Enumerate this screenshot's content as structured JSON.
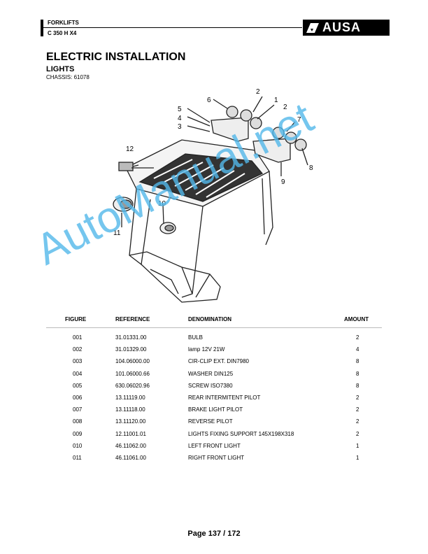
{
  "header": {
    "section": "FORKLIFTS",
    "model": "C 350 H X4",
    "logo_text": "AUSA"
  },
  "title": "ELECTRIC INSTALLATION",
  "subtitle": "LIGHTS",
  "chassis": "CHASSIS: 61078",
  "diagram": {
    "callouts": [
      "1",
      "2",
      "2",
      "3",
      "4",
      "5",
      "6",
      "7",
      "8",
      "9",
      "10",
      "11",
      "12"
    ]
  },
  "watermark": "AutoManual.net",
  "table": {
    "headers": [
      "FIGURE",
      "REFERENCE",
      "DENOMINATION",
      "AMOUNT"
    ],
    "rows": [
      [
        "001",
        "31.01331.00",
        "BULB",
        "2"
      ],
      [
        "002",
        "31.01329.00",
        "lamp 12V 21W",
        "4"
      ],
      [
        "003",
        "104.06000.00",
        "CIR-CLIP EXT. DIN7980",
        "8"
      ],
      [
        "004",
        "101.06000.66",
        "WASHER DIN125",
        "8"
      ],
      [
        "005",
        "630.06020.96",
        "SCREW ISO7380",
        "8"
      ],
      [
        "006",
        "13.11119.00",
        "REAR INTERMITENT PILOT",
        "2"
      ],
      [
        "007",
        "13.11118.00",
        "BRAKE LIGHT PILOT",
        "2"
      ],
      [
        "008",
        "13.11120.00",
        "REVERSE PILOT",
        "2"
      ],
      [
        "009",
        "12.11001.01",
        "LIGHTS FIXING SUPPORT 145X198X318",
        "2"
      ],
      [
        "010",
        "46.11062.00",
        "LEFT FRONT LIGHT",
        "1"
      ],
      [
        "011",
        "46.11061.00",
        "RIGHT FRONT LIGHT",
        "1"
      ]
    ]
  },
  "footer": "Page 137 / 172"
}
